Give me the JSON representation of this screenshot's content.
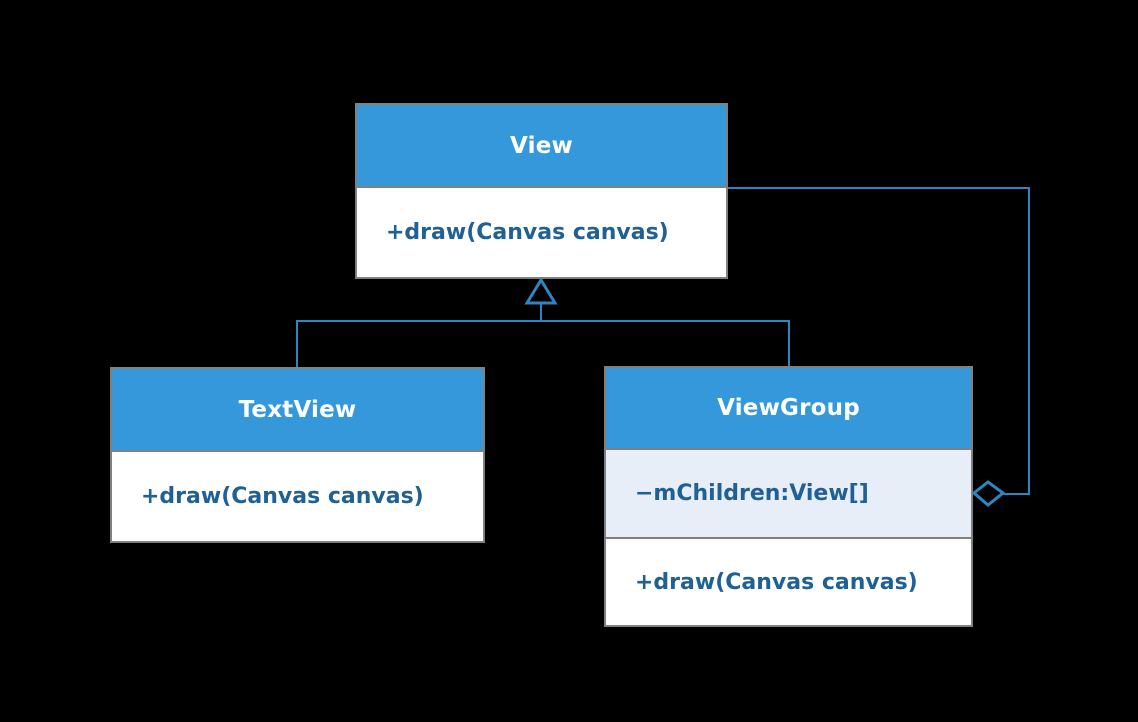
{
  "diagram": {
    "type": "uml-class-diagram",
    "background_color": "#000000",
    "header_color": "#3498db",
    "header_text_color": "#ffffff",
    "body_text_color": "#1f6095",
    "attribute_row_color": "#e8eef8",
    "border_color": "#808080",
    "connector_color": "#2e86c1"
  },
  "classes": [
    {
      "id": "view",
      "name": "View",
      "attributes": [],
      "methods": [
        "+draw(Canvas canvas)"
      ]
    },
    {
      "id": "textview",
      "name": "TextView",
      "attributes": [],
      "methods": [
        "+draw(Canvas canvas)"
      ]
    },
    {
      "id": "viewgroup",
      "name": "ViewGroup",
      "attributes": [
        "−mChildren:View[]"
      ],
      "methods": [
        "+draw(Canvas canvas)"
      ]
    }
  ],
  "relationships": [
    {
      "id": "textview-inherits-view",
      "type": "generalization",
      "from": "TextView",
      "to": "View",
      "marker": "hollow-triangle"
    },
    {
      "id": "viewgroup-inherits-view",
      "type": "generalization",
      "from": "ViewGroup",
      "to": "View",
      "marker": "hollow-triangle"
    },
    {
      "id": "viewgroup-aggregates-view",
      "type": "aggregation",
      "from": "ViewGroup",
      "to": "View",
      "marker": "hollow-diamond"
    }
  ]
}
